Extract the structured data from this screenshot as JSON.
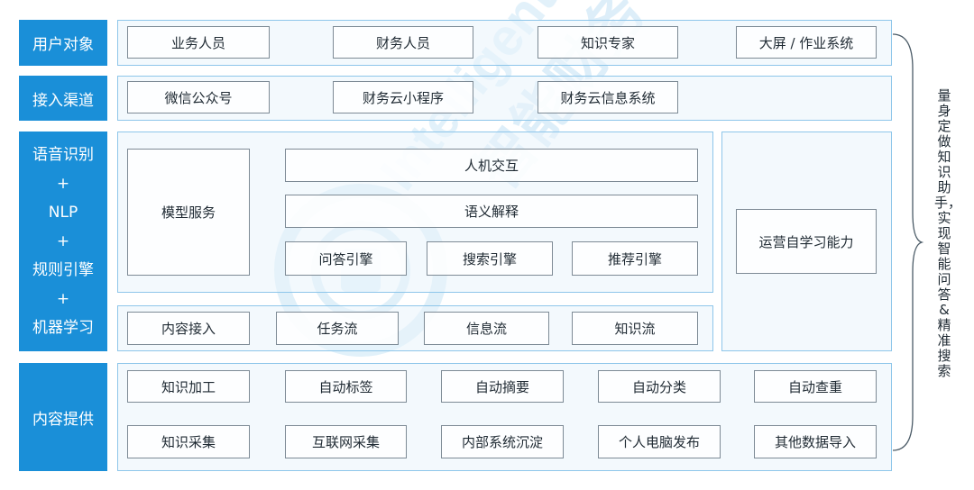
{
  "rows": {
    "user_objects": {
      "label": "用户对象",
      "items": [
        "业务人员",
        "财务人员",
        "知识专家",
        "大屏 / 作业系统"
      ]
    },
    "access_channels": {
      "label": "接入渠道",
      "items": [
        "微信公众号",
        "财务云小程序",
        "财务云信息系统"
      ]
    },
    "capabilities": {
      "label_lines": [
        "语音识别",
        "+",
        "NLP",
        "+",
        "规则引擎",
        "+",
        "机器学习"
      ],
      "model_service": "模型服务",
      "human_machine": "人机交互",
      "semantic": "语义解释",
      "engines": [
        "问答引擎",
        "搜索引擎",
        "推荐引擎"
      ],
      "flows": [
        "内容接入",
        "任务流",
        "信息流",
        "知识流"
      ],
      "ops_learning": "运营自学习能力"
    },
    "content": {
      "label": "内容提供",
      "row1": [
        "知识加工",
        "自动标签",
        "自动摘要",
        "自动分类",
        "自动查重"
      ],
      "row2": [
        "知识采集",
        "互联网采集",
        "内部系统沉淀",
        "个人电脑发布",
        "其他数据导入"
      ]
    }
  },
  "side_note": "量身定做知识助手，实现智能问答&精准搜索",
  "watermark": {
    "text_en": "Intelligent Finance",
    "text_cn": "智能财务"
  },
  "colors": {
    "label_bg": "#1a8fd8",
    "panel_border": "#8ec6ea",
    "box_border": "#7d8a95"
  }
}
